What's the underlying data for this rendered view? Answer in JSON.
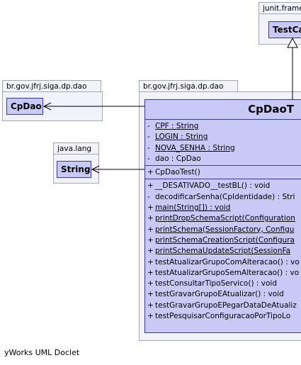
{
  "packages": {
    "junit": {
      "label": "junit.frame",
      "class_name": "TestCa"
    },
    "dao_left": {
      "label": "br.gov.jfrj.siga.dp.dao",
      "class_name": "CpDao"
    },
    "java_lang": {
      "label": "java.lang",
      "class_name": "String"
    },
    "dao_main": {
      "label": "br.gov.jfrj.siga.dp.dao"
    }
  },
  "main_class": {
    "name": "CpDaoT",
    "attributes": [
      {
        "vis": "-",
        "text": "CPF : String",
        "underline": true
      },
      {
        "vis": "-",
        "text": "LOGIN : String",
        "underline": true
      },
      {
        "vis": "-",
        "text": "NOVA_SENHA : String",
        "underline": true
      },
      {
        "vis": "-",
        "text": "dao : CpDao",
        "underline": false
      }
    ],
    "constructors": [
      {
        "vis": "+",
        "text": "CpDaoTest()",
        "underline": false
      }
    ],
    "methods": [
      {
        "vis": "+",
        "text": "__DESATIVADO__testBL() : void",
        "underline": false
      },
      {
        "vis": "-",
        "text": "decodificarSenha(CpIdentidade) : Stri",
        "underline": false
      },
      {
        "vis": "+",
        "text": "main(String[]) : void",
        "underline": true
      },
      {
        "vis": "+",
        "text": "printDropSchemaScript(Configuration",
        "underline": true
      },
      {
        "vis": "+",
        "text": "printSchema(SessionFactory, Configu",
        "underline": true
      },
      {
        "vis": "+",
        "text": "printSchemaCreationScript(Configura",
        "underline": true
      },
      {
        "vis": "+",
        "text": "printSchemaUpdateScript(SessionFa",
        "underline": true
      },
      {
        "vis": "+",
        "text": "testAtualizarGrupoComAlteracao() : vo",
        "underline": false
      },
      {
        "vis": "+",
        "text": "testAtualizarGrupoSemAlteracao() : vo",
        "underline": false
      },
      {
        "vis": "+",
        "text": "testConsultarTipoServico() : void",
        "underline": false
      },
      {
        "vis": "+",
        "text": "testGravarGrupoEAtualizar() : void",
        "underline": false
      },
      {
        "vis": "+",
        "text": "testGravarGrupoEPegarDataDeAtualiz",
        "underline": false
      },
      {
        "vis": "+",
        "text": "testPesquisarConfiguracaoPorTipoLo",
        "underline": false
      }
    ]
  },
  "footer": "yWorks UML Doclet",
  "colors": {
    "package_fill": "#f2f2fa",
    "package_border": "#a6a6ae",
    "class_fill": "#c9c9f6",
    "class_border": "#3a3aa0"
  }
}
